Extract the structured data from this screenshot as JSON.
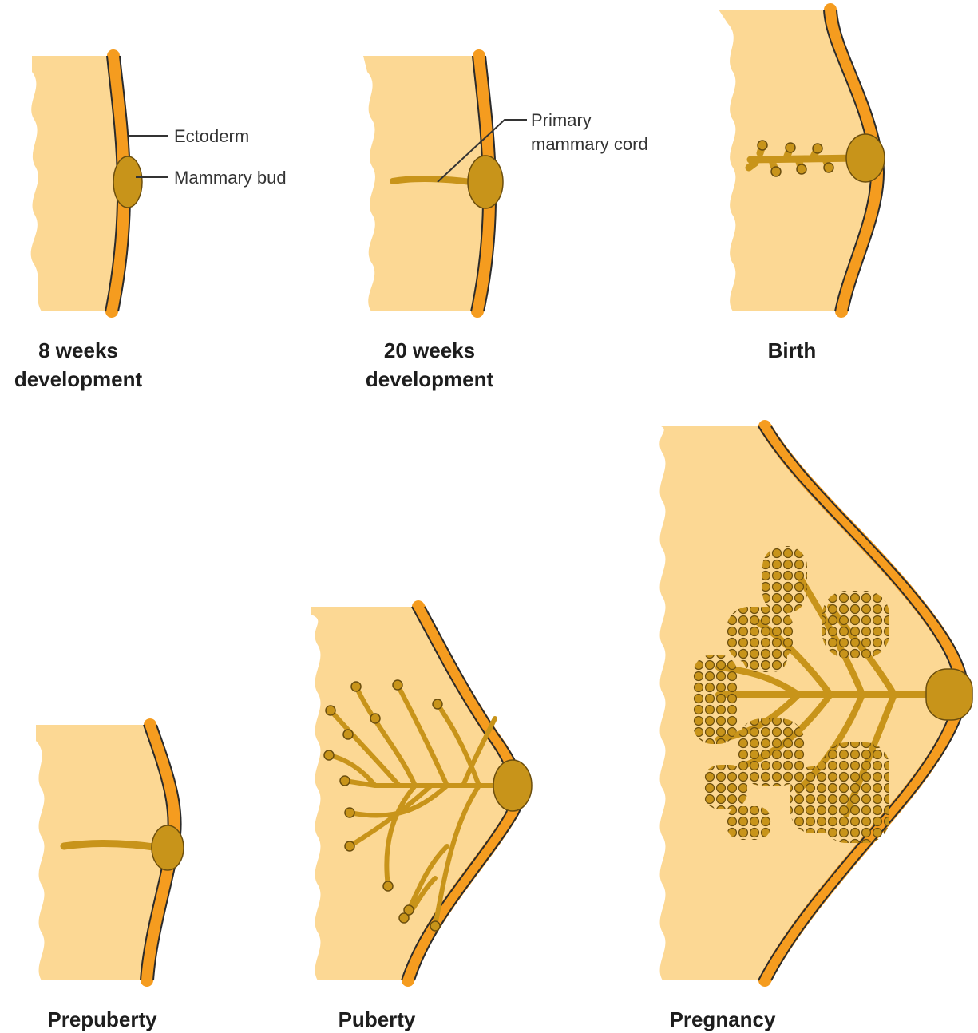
{
  "colors": {
    "tissue": "#fcd894",
    "ectoderm": "#f59c1f",
    "outline": "#2b2b2b",
    "gland": "#c8941a",
    "gland_outline": "#6b4e0e",
    "text": "#1d1d1d"
  },
  "panels": [
    {
      "id": "8-weeks",
      "caption_line1": "8 weeks",
      "caption_line2": "development"
    },
    {
      "id": "20-weeks",
      "caption_line1": "20 weeks",
      "caption_line2": "development"
    },
    {
      "id": "birth",
      "caption_line1": "Birth",
      "caption_line2": ""
    },
    {
      "id": "prepuberty",
      "caption_line1": "Prepuberty",
      "caption_line2": ""
    },
    {
      "id": "puberty",
      "caption_line1": "Puberty",
      "caption_line2": ""
    },
    {
      "id": "pregnancy",
      "caption_line1": "Pregnancy",
      "caption_line2": ""
    }
  ],
  "labels": {
    "ectoderm": "Ectoderm",
    "mammary_bud": "Mammary bud",
    "primary_mammary_cord_line1": "Primary",
    "primary_mammary_cord_line2": "mammary cord"
  }
}
